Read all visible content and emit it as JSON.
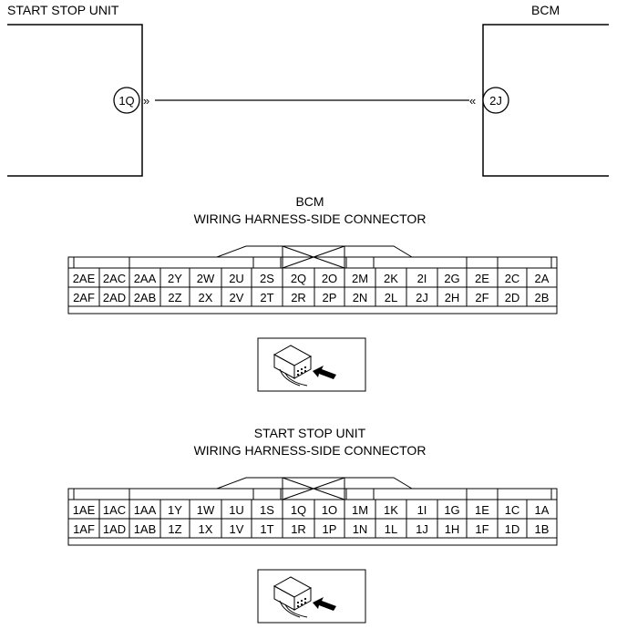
{
  "diagram": {
    "left_unit": {
      "label": "START STOP UNIT",
      "terminal": "1Q"
    },
    "right_unit": {
      "label": "BCM",
      "terminal": "2J"
    }
  },
  "connectors": [
    {
      "title_line1": "BCM",
      "title_line2": "WIRING HARNESS-SIDE CONNECTOR",
      "top_row": [
        "2AE",
        "2AC",
        "2AA",
        "2Y",
        "2W",
        "2U",
        "2S",
        "2Q",
        "2O",
        "2M",
        "2K",
        "2I",
        "2G",
        "2E",
        "2C",
        "2A"
      ],
      "bottom_row": [
        "2AF",
        "2AD",
        "2AB",
        "2Z",
        "2X",
        "2V",
        "2T",
        "2R",
        "2P",
        "2N",
        "2L",
        "2J",
        "2H",
        "2F",
        "2D",
        "2B"
      ]
    },
    {
      "title_line1": "START STOP UNIT",
      "title_line2": "WIRING HARNESS-SIDE CONNECTOR",
      "top_row": [
        "1AE",
        "1AC",
        "1AA",
        "1Y",
        "1W",
        "1U",
        "1S",
        "1Q",
        "1O",
        "1M",
        "1K",
        "1I",
        "1G",
        "1E",
        "1C",
        "1A"
      ],
      "bottom_row": [
        "1AF",
        "1AD",
        "1AB",
        "1Z",
        "1X",
        "1V",
        "1T",
        "1R",
        "1P",
        "1N",
        "1L",
        "1J",
        "1H",
        "1F",
        "1D",
        "1B"
      ]
    }
  ]
}
